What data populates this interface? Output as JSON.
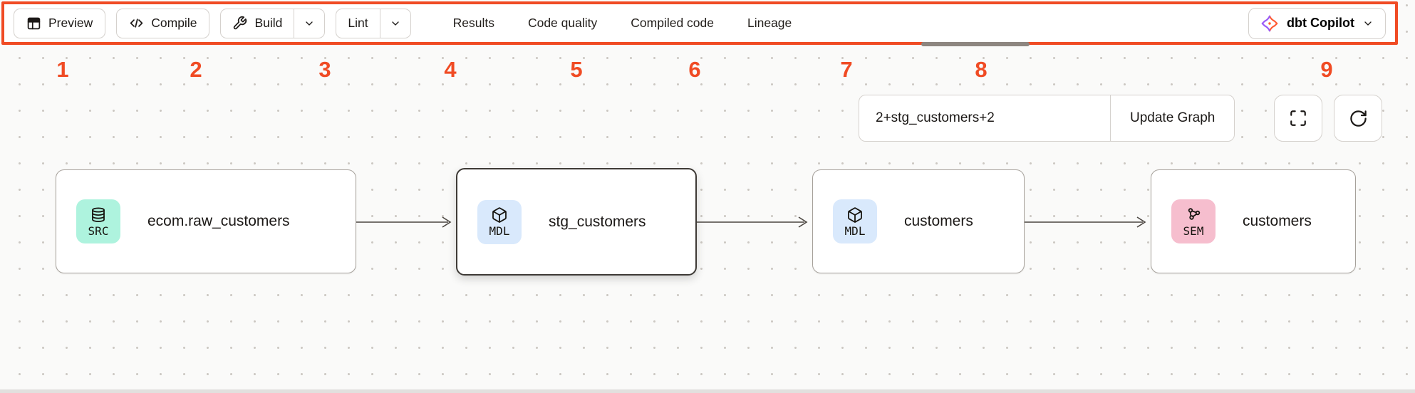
{
  "colors": {
    "annotation_red": "#f04b24",
    "src_badge": "#aef3de",
    "mdl_badge": "#d9e9fc",
    "sem_badge": "#f6bece"
  },
  "toolbar": {
    "preview_label": "Preview",
    "compile_label": "Compile",
    "build_label": "Build",
    "lint_label": "Lint",
    "tabs": [
      {
        "label": "Results"
      },
      {
        "label": "Code quality"
      },
      {
        "label": "Compiled code"
      },
      {
        "label": "Lineage"
      }
    ],
    "copilot_label": "dbt Copilot"
  },
  "annotations": {
    "numbers": [
      "1",
      "2",
      "3",
      "4",
      "5",
      "6",
      "7",
      "8",
      "9"
    ]
  },
  "graph_controls": {
    "selector_value": "2+stg_customers+2",
    "update_button_label": "Update Graph"
  },
  "lineage": {
    "nodes": [
      {
        "badge": "SRC",
        "label": "ecom.raw_customers",
        "icon": "database-icon",
        "selected": false
      },
      {
        "badge": "MDL",
        "label": "stg_customers",
        "icon": "cube-icon",
        "selected": true
      },
      {
        "badge": "MDL",
        "label": "customers",
        "icon": "cube-icon",
        "selected": false
      },
      {
        "badge": "SEM",
        "label": "customers",
        "icon": "semantic-model-icon",
        "selected": false
      }
    ]
  }
}
